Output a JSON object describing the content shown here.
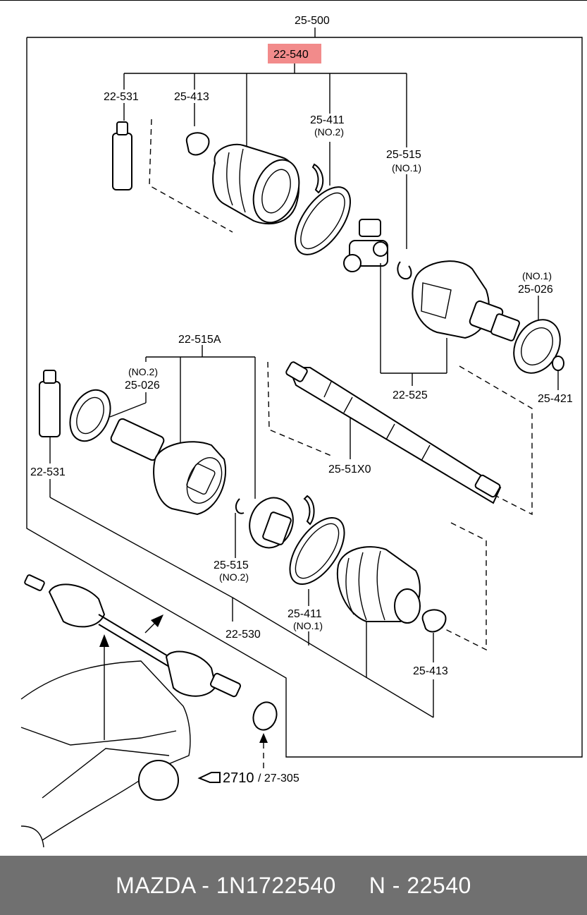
{
  "labels": {
    "assembly": "25-500",
    "highlight": "22-540",
    "highlight_color": "#f28b8b",
    "p22531_top": "22-531",
    "p25413_top": "25-413",
    "p25411_top": "25-411",
    "p25411_top_sub": "(NO.2)",
    "p25515_top": "25-515",
    "p25515_top_sub": "(NO.1)",
    "p25026_right_sub": "(NO.1)",
    "p25026_right": "25-026",
    "p22525": "22-525",
    "p25421": "25-421",
    "p22515A": "22-515A",
    "p25026_left_sub": "(NO.2)",
    "p25026_left": "25-026",
    "p22531_left": "22-531",
    "p2551X0": "25-51X0",
    "p25515_mid": "25-515",
    "p25515_mid_sub": "(NO.2)",
    "p22530": "22-530",
    "p25411_low": "25-411",
    "p25411_low_sub": "(NO.1)",
    "p25413_low": "25-413",
    "ref_main": "2710",
    "ref_sub": "/ 27-305"
  },
  "footer": {
    "text": "MAZDA - 1N1722540     N - 22540"
  }
}
